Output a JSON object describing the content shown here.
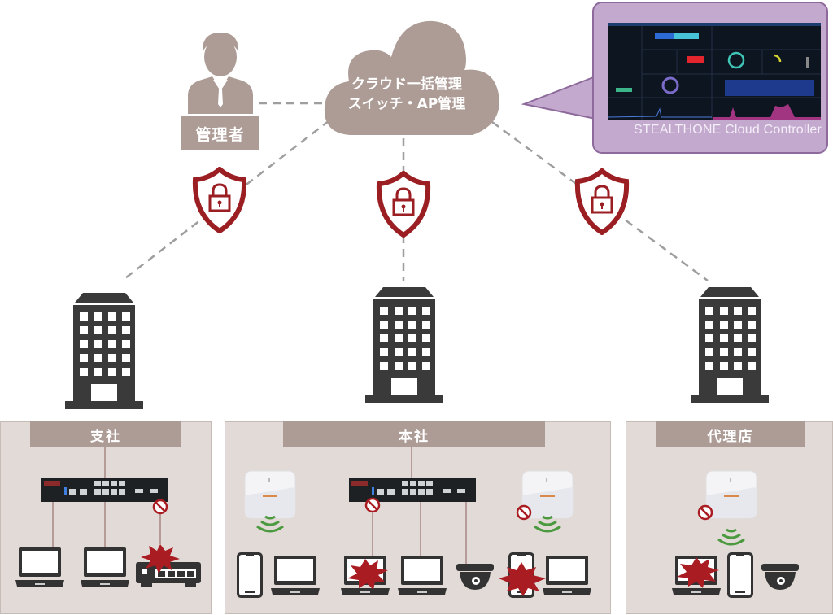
{
  "diagram": {
    "administrator": {
      "label": "管理者",
      "icon": "person-icon"
    },
    "cloud": {
      "line1": "クラウド一括管理",
      "line2": "スイッチ・AP管理",
      "icon": "cloud-icon"
    },
    "callout": {
      "caption": "STEALTHONE Cloud Controller",
      "content": "dashboard-screenshot"
    },
    "security_icons": [
      "shield-lock-icon",
      "shield-lock-icon",
      "shield-lock-icon"
    ],
    "sites": [
      {
        "label": "支社",
        "devices": [
          "switch",
          "laptop",
          "laptop",
          "hub"
        ],
        "blocked": [
          "hub"
        ],
        "infected": [
          "hub"
        ]
      },
      {
        "label": "本社",
        "devices": [
          "access-point",
          "switch",
          "access-point",
          "smartphone",
          "laptop",
          "laptop",
          "laptop",
          "security-camera",
          "smartphone",
          "laptop"
        ],
        "blocked": [
          "laptop",
          "smartphone"
        ],
        "infected": [
          "laptop",
          "smartphone"
        ]
      },
      {
        "label": "代理店",
        "devices": [
          "access-point",
          "laptop",
          "smartphone",
          "security-camera"
        ],
        "blocked": [
          "laptop"
        ],
        "infected": [
          "laptop"
        ]
      }
    ],
    "colors": {
      "node_fill": "#ad9c96",
      "shield": "#9b1e23",
      "alert_burst": "#a81c22",
      "callout_fill": "#c4a9cf",
      "site_bg": "#e2dad6",
      "building": "#3a3a3a",
      "wifi": "#4c9a3f"
    }
  }
}
